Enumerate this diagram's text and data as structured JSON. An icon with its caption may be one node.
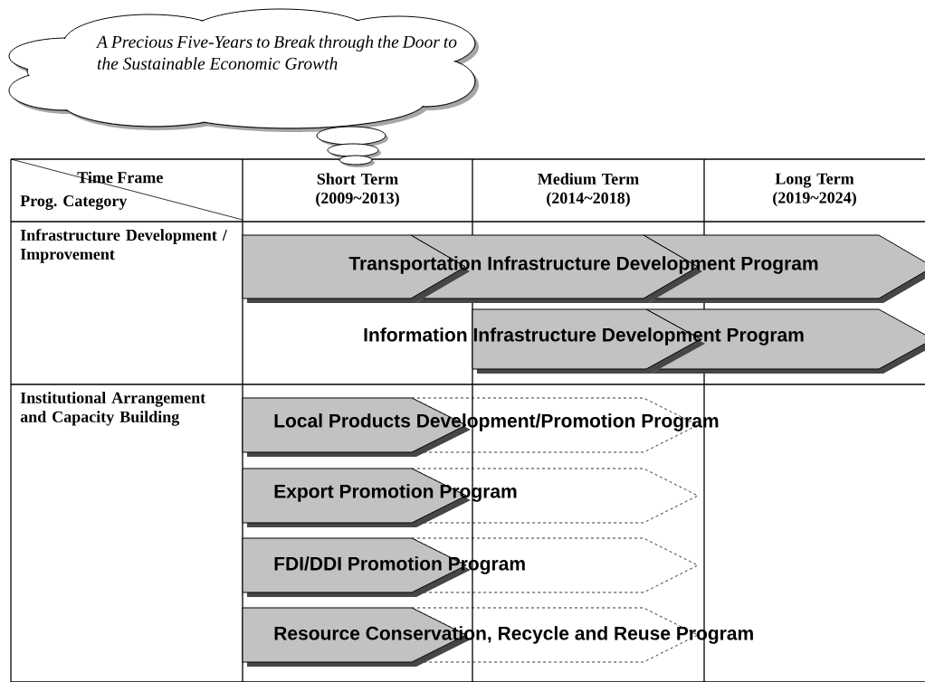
{
  "diagram": {
    "nodes": [
      {
        "text": [
          "A Precious Five-Years to Break through the Door to the Sustainable Economic Growth"
        ]
      },
      {
        "text": [
          "Transportation Infrastructure Development Program"
        ]
      },
      {
        "text": [
          "Information Infrastructure Development Program"
        ]
      },
      {
        "text": [
          "Local Products Development/Promotion Program"
        ]
      },
      {
        "text": [
          "Export Promotion Program"
        ]
      },
      {
        "text": [
          "FDI/DDI Promotion Program"
        ]
      },
      {
        "text": [
          "Resource Conservation, Recycle and Reuse Program"
        ]
      }
    ],
    "labels": [
      "Time Frame",
      "Prog. Category",
      "Short Term (2009~2013)",
      "Medium Term (2014~2018)",
      "Long Term (2019~2024)",
      "Infrastructure Development / Improvement",
      "Institutional Arrangement and Capacity Building"
    ]
  }
}
